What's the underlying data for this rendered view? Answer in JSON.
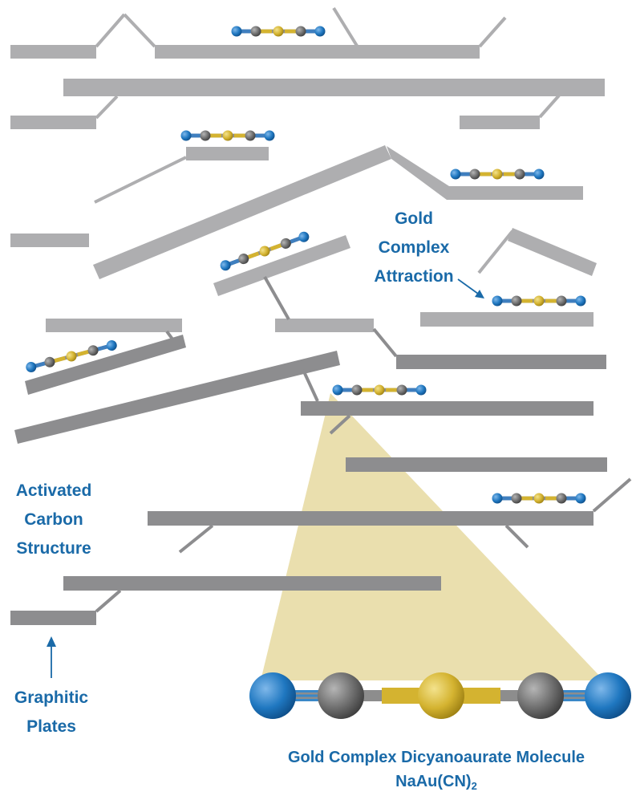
{
  "labels": {
    "gold_complex_attraction": [
      "Gold",
      "Complex",
      "Attraction"
    ],
    "activated_carbon_structure": [
      "Activated",
      "Carbon",
      "Structure"
    ],
    "graphitic_plates": [
      "Graphitic",
      "Plates"
    ],
    "molecule_name": "Gold Complex Dicyanoaurate Molecule",
    "formula_main": "NaAu(CN)",
    "formula_subscript": "2"
  },
  "colors": {
    "plate_light": "#aeaeb0",
    "plate_dark": "#8a8a8c",
    "label_blue": "#1a6aa8",
    "nitrogen_blue": "#1f77c0",
    "carbon_gray": "#6e6e6e",
    "gold": "#d4b330",
    "zoom_cone": "#e6d9a0"
  },
  "molecule_atoms": [
    "N",
    "C",
    "Au",
    "C",
    "N"
  ]
}
